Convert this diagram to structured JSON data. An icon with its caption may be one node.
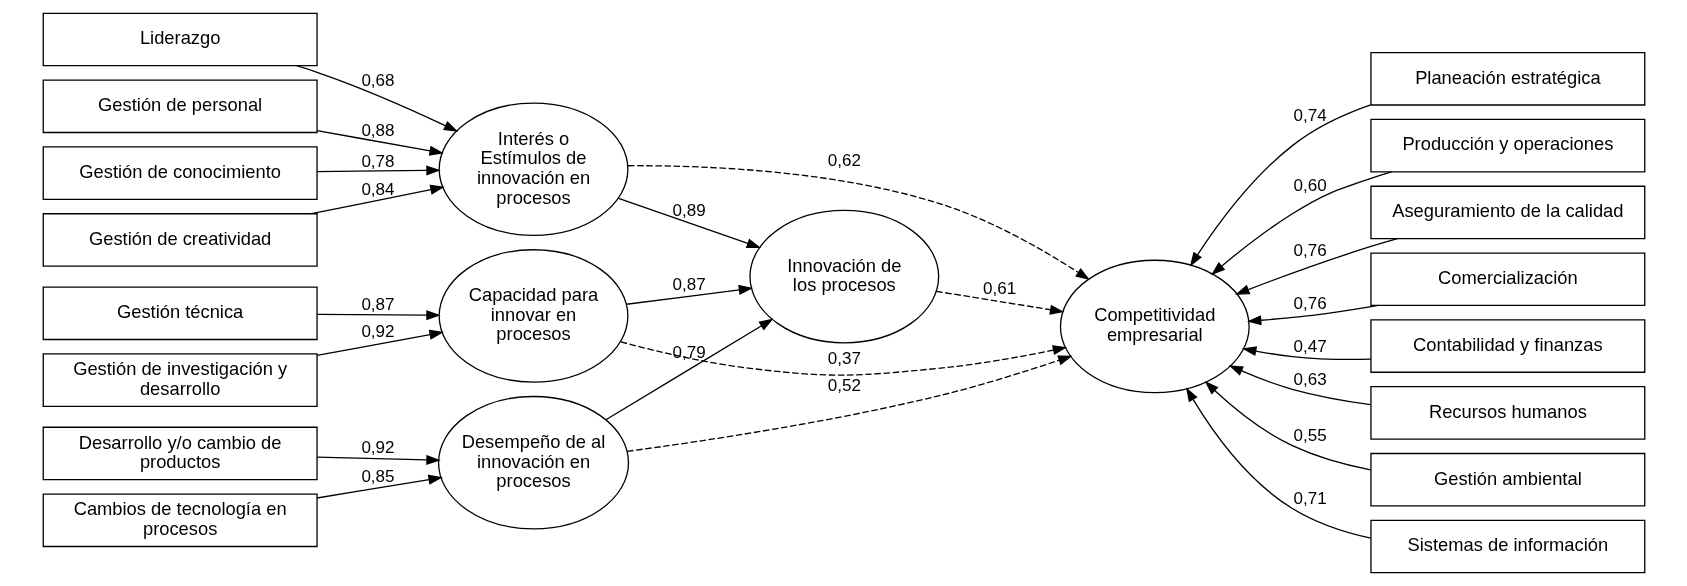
{
  "diagram": {
    "nodes": [
      {
        "text": [
          "Liderazgo"
        ]
      },
      {
        "text": [
          "Gestión de personal"
        ]
      },
      {
        "text": [
          "Gestión de conocimiento"
        ]
      },
      {
        "text": [
          "Gestión de creatividad"
        ]
      },
      {
        "text": [
          "Gestión técnica"
        ]
      },
      {
        "text": [
          "Gestión de investigación y desarrollo"
        ]
      },
      {
        "text": [
          "Desarrollo y/o cambio de productos"
        ]
      },
      {
        "text": [
          "Cambios de tecnología en procesos"
        ]
      },
      {
        "text": [
          "Interés o Estímulos de innovación en procesos"
        ]
      },
      {
        "text": [
          "Capacidad para innovar en procesos"
        ]
      },
      {
        "text": [
          "Desempeño de al innovación en procesos"
        ]
      },
      {
        "text": [
          "Innovación de los procesos"
        ]
      },
      {
        "text": [
          "Competitividad empresarial"
        ]
      },
      {
        "text": [
          "Planeación estratégica"
        ]
      },
      {
        "text": [
          "Producción y operaciones"
        ]
      },
      {
        "text": [
          "Aseguramiento de la calidad"
        ]
      },
      {
        "text": [
          "Comercialización"
        ]
      },
      {
        "text": [
          "Contabilidad y finanzas"
        ]
      },
      {
        "text": [
          "Recursos humanos"
        ]
      },
      {
        "text": [
          "Gestión ambiental"
        ]
      },
      {
        "text": [
          "Sistemas de información"
        ]
      }
    ],
    "edges": [
      {
        "from": 0,
        "to": 8,
        "arrow": "to",
        "label": "0,68"
      },
      {
        "from": 1,
        "to": 8,
        "arrow": "to",
        "label": "0,88"
      },
      {
        "from": 2,
        "to": 8,
        "arrow": "to",
        "label": "0,78"
      },
      {
        "from": 3,
        "to": 8,
        "arrow": "to",
        "label": "0,84"
      },
      {
        "from": 4,
        "to": 9,
        "arrow": "to",
        "label": "0,87"
      },
      {
        "from": 5,
        "to": 9,
        "arrow": "to",
        "label": "0,92"
      },
      {
        "from": 6,
        "to": 10,
        "arrow": "to",
        "label": "0,92"
      },
      {
        "from": 7,
        "to": 10,
        "arrow": "to",
        "label": "0,85"
      },
      {
        "from": 8,
        "to": 11,
        "arrow": "to",
        "label": "0,89"
      },
      {
        "from": 9,
        "to": 11,
        "arrow": "to",
        "label": "0,87"
      },
      {
        "from": 10,
        "to": 11,
        "arrow": "to",
        "label": "0,79"
      },
      {
        "from": 8,
        "to": 12,
        "arrow": "to",
        "label": "0,62",
        "style": "dashed"
      },
      {
        "from": 11,
        "to": 12,
        "arrow": "to",
        "label": "0,61",
        "style": "dashed"
      },
      {
        "from": 9,
        "to": 12,
        "arrow": "to",
        "label": "0,37",
        "style": "dashed"
      },
      {
        "from": 10,
        "to": 12,
        "arrow": "to",
        "label": "0,52",
        "style": "dashed"
      },
      {
        "from": 13,
        "to": 12,
        "arrow": "to",
        "label": "0,74"
      },
      {
        "from": 14,
        "to": 12,
        "arrow": "to",
        "label": "0,60"
      },
      {
        "from": 15,
        "to": 12,
        "arrow": "to",
        "label": "0,76"
      },
      {
        "from": 16,
        "to": 12,
        "arrow": "to",
        "label": "0,76"
      },
      {
        "from": 17,
        "to": 12,
        "arrow": "to",
        "label": "0,47"
      },
      {
        "from": 18,
        "to": 12,
        "arrow": "to",
        "label": "0,63"
      },
      {
        "from": 19,
        "to": 12,
        "arrow": "to",
        "label": "0,55"
      },
      {
        "from": 20,
        "to": 12,
        "arrow": "to",
        "label": "0,71"
      }
    ]
  }
}
